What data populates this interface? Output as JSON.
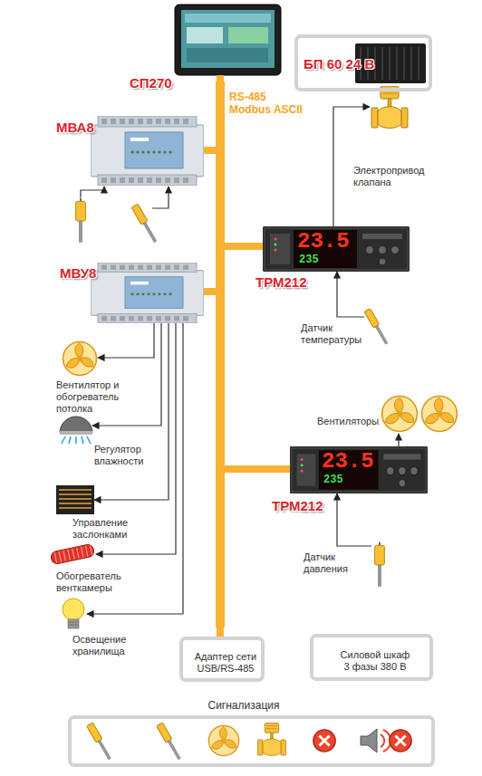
{
  "diagram": {
    "nodes": [
      {
        "text": [
          "СП270"
        ]
      },
      {
        "text": [
          "БП 60 24 В"
        ]
      },
      {
        "text": [
          "RS-485 Modbus ASCII"
        ]
      },
      {
        "text": [
          "Электропривод клапана"
        ]
      },
      {
        "text": [
          "МВА8"
        ]
      },
      {
        "text": [
          "ТРМ212"
        ]
      },
      {
        "text": [
          "Датчик температуры"
        ]
      },
      {
        "text": [
          "МВУ8"
        ]
      },
      {
        "text": [
          "Вентилятор и обогреватель потолка"
        ]
      },
      {
        "text": [
          "Вентиляторы"
        ]
      },
      {
        "text": [
          "Регулятор влажности"
        ]
      },
      {
        "text": [
          "ТРМ212"
        ]
      },
      {
        "text": [
          "Управление заслонками"
        ]
      },
      {
        "text": [
          "Обогреватель венткамеры"
        ]
      },
      {
        "text": [
          "Датчик давления"
        ]
      },
      {
        "text": [
          "Освещение хранилища"
        ]
      },
      {
        "text": [
          "Адаптер сети USB/RS-485"
        ]
      },
      {
        "text": [
          "Силовой шкаф 3 фазы 380 В"
        ]
      },
      {
        "text": [
          "Сигнализация"
        ]
      }
    ],
    "edges": [
      {
        "from": 2,
        "to": 0,
        "arrow": "none"
      },
      {
        "from": 2,
        "to": 4,
        "arrow": "none"
      },
      {
        "from": 2,
        "to": 5,
        "arrow": "none"
      },
      {
        "from": 2,
        "to": 7,
        "arrow": "none"
      },
      {
        "from": 2,
        "to": 11,
        "arrow": "none"
      },
      {
        "from": 2,
        "to": 16,
        "arrow": "none"
      },
      {
        "from": 5,
        "to": 3,
        "arrow": "to"
      },
      {
        "from": 6,
        "to": 5,
        "arrow": "to"
      },
      {
        "from": 7,
        "to": 8,
        "arrow": "to"
      },
      {
        "from": 7,
        "to": 10,
        "arrow": "to"
      },
      {
        "from": 7,
        "to": 12,
        "arrow": "to"
      },
      {
        "from": 7,
        "to": 13,
        "arrow": "to"
      },
      {
        "from": 7,
        "to": 15,
        "arrow": "to"
      },
      {
        "from": 11,
        "to": 9,
        "arrow": "to"
      },
      {
        "from": 14,
        "to": 11,
        "arrow": "to"
      }
    ],
    "labels": [
      "23.5",
      "235",
      "23.5",
      "235"
    ]
  }
}
